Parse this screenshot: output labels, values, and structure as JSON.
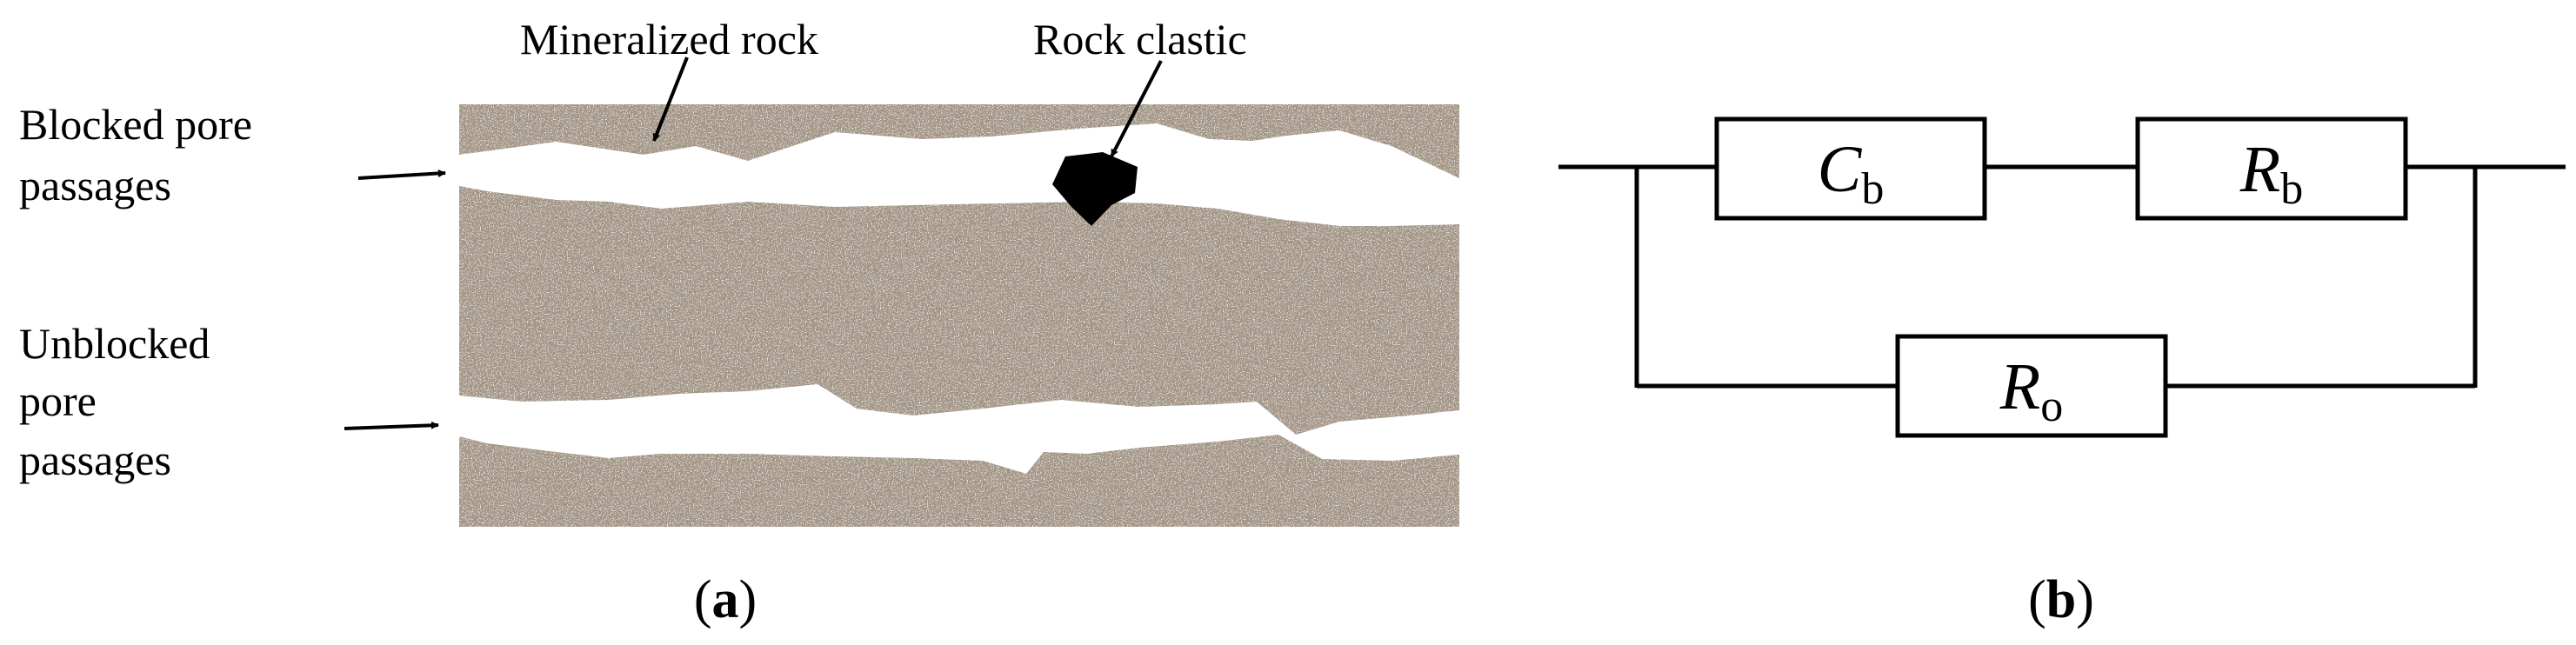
{
  "panel_a": {
    "labels": {
      "mineralized_rock": "Mineralized rock",
      "rock_clastic": "Rock clastic",
      "blocked_line1": "Blocked pore",
      "blocked_line2": "passages",
      "unblocked_line1": "Unblocked",
      "unblocked_line2": "pore",
      "unblocked_line3": "passages"
    },
    "caption_open": "(",
    "caption_letter": "a",
    "caption_close": ")"
  },
  "panel_b": {
    "components": {
      "cb_main": "C",
      "cb_sub": "b",
      "rb_main": "R",
      "rb_sub": "b",
      "ro_main": "R",
      "ro_sub": "o"
    },
    "caption_open": "(",
    "caption_letter": "b",
    "caption_close": ")"
  },
  "colors": {
    "rock": "#a39382",
    "rock_dark": "#5f544a",
    "rock_light": "#d8cfc3",
    "pore": "#ffffff",
    "clast": "#000000",
    "ink": "#000000"
  }
}
